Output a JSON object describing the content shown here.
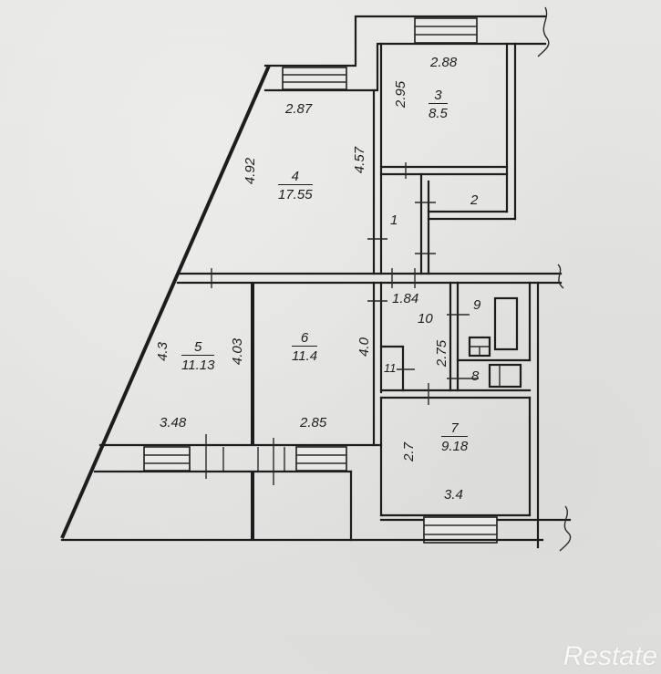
{
  "plan": {
    "rooms": [
      {
        "id": "room-1",
        "number": "1",
        "area": null
      },
      {
        "id": "room-2",
        "number": "2",
        "area": null
      },
      {
        "id": "room-3",
        "number": "3",
        "area": "8.5"
      },
      {
        "id": "room-4",
        "number": "4",
        "area": "17.55"
      },
      {
        "id": "room-5",
        "number": "5",
        "area": "11.13"
      },
      {
        "id": "room-6",
        "number": "6",
        "area": "11.4"
      },
      {
        "id": "room-7",
        "number": "7",
        "area": "9.18"
      },
      {
        "id": "room-8",
        "number": "8",
        "area": null
      },
      {
        "id": "room-9",
        "number": "9",
        "area": null
      },
      {
        "id": "room-10",
        "number": "10",
        "area": null
      },
      {
        "id": "room-11",
        "number": "11",
        "area": null
      }
    ],
    "dimensions": {
      "room3_width": "2.88",
      "room3_height": "2.95",
      "room4_width": "2.87",
      "room4_diag": "4.92",
      "room4_height": "4.57",
      "room5_diag": "4.3",
      "room5_height": "4.03",
      "room5_width": "3.48",
      "room6_height": "4.0",
      "room6_width": "2.85",
      "room10_width": "1.84",
      "room10_height": "2.75",
      "room7_height": "2.7",
      "room7_width": "3.4"
    }
  },
  "watermark": "Restate"
}
